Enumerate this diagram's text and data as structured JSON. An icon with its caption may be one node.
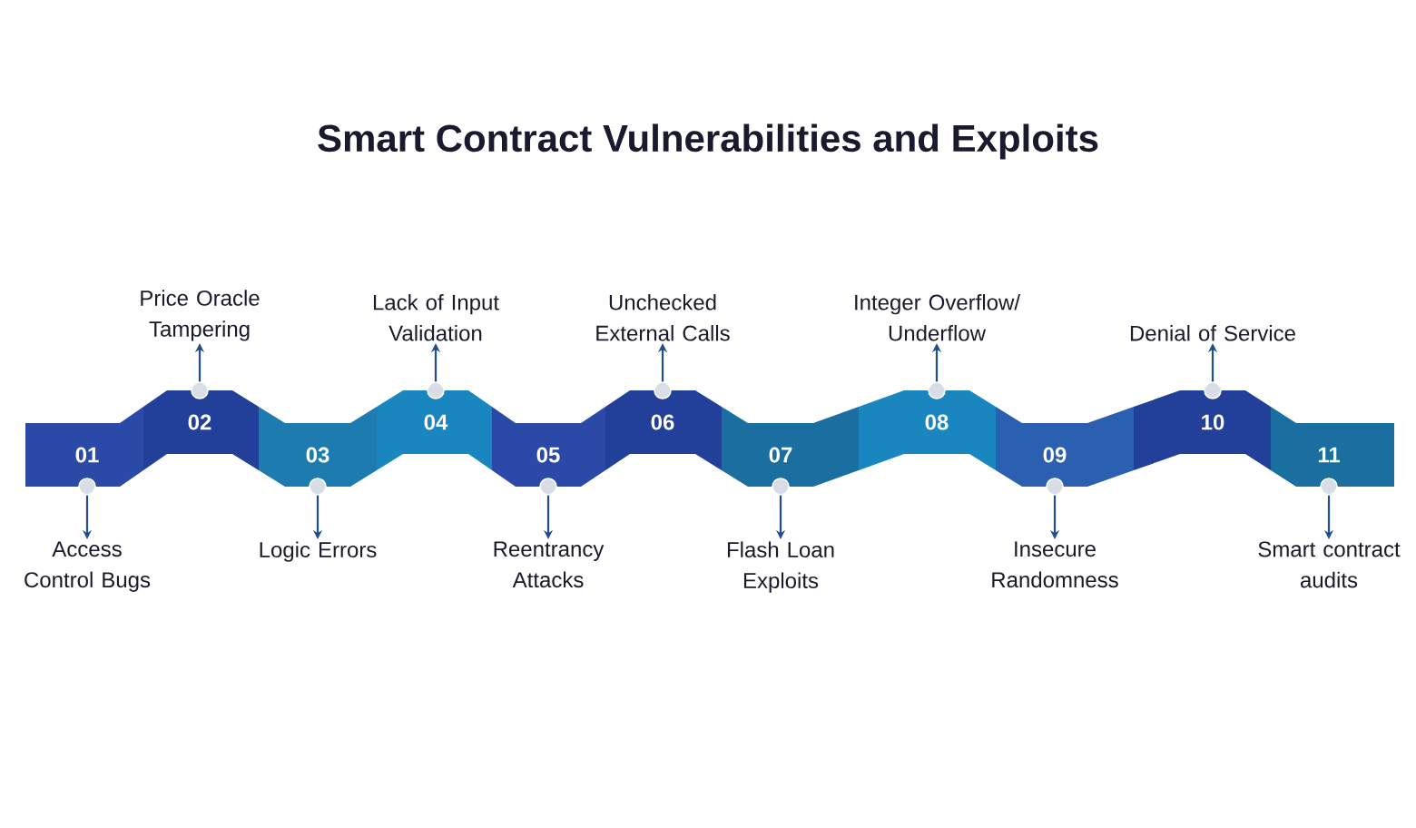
{
  "diagram": {
    "title": "Smart Contract Vulnerabilities and Exploits",
    "nodes": [
      {
        "text": [
          "01"
        ]
      },
      {
        "text": [
          "02"
        ]
      },
      {
        "text": [
          "03"
        ]
      },
      {
        "text": [
          "04"
        ]
      },
      {
        "text": [
          "05"
        ]
      },
      {
        "text": [
          "06"
        ]
      },
      {
        "text": [
          "07"
        ]
      },
      {
        "text": [
          "08"
        ]
      },
      {
        "text": [
          "09"
        ]
      },
      {
        "text": [
          "10"
        ]
      },
      {
        "text": [
          "11"
        ]
      },
      {
        "text": [
          "Access Control Bugs"
        ]
      },
      {
        "text": [
          "Price Oracle Tampering"
        ]
      },
      {
        "text": [
          "Logic Errors"
        ]
      },
      {
        "text": [
          "Lack of Input Validation"
        ]
      },
      {
        "text": [
          "Reentrancy Attacks"
        ]
      },
      {
        "text": [
          "Unchecked External Calls"
        ]
      },
      {
        "text": [
          "Flash Loan Exploits"
        ]
      },
      {
        "text": [
          "Integer Overflow/ Underflow"
        ]
      },
      {
        "text": [
          "Insecure Randomness"
        ]
      },
      {
        "text": [
          "Denial of Service"
        ]
      },
      {
        "text": [
          "Smart contract audits"
        ]
      }
    ],
    "edges": [
      {
        "from": 0,
        "to": 11,
        "arrow": "to"
      },
      {
        "from": 1,
        "to": 12,
        "arrow": "to"
      },
      {
        "from": 2,
        "to": 13,
        "arrow": "to"
      },
      {
        "from": 3,
        "to": 14,
        "arrow": "to"
      },
      {
        "from": 4,
        "to": 15,
        "arrow": "to"
      },
      {
        "from": 5,
        "to": 16,
        "arrow": "to"
      },
      {
        "from": 6,
        "to": 17,
        "arrow": "to"
      },
      {
        "from": 7,
        "to": 18,
        "arrow": "to"
      },
      {
        "from": 8,
        "to": 19,
        "arrow": "to"
      },
      {
        "from": 9,
        "to": 20,
        "arrow": "to"
      },
      {
        "from": 10,
        "to": 21,
        "arrow": "to"
      }
    ]
  }
}
